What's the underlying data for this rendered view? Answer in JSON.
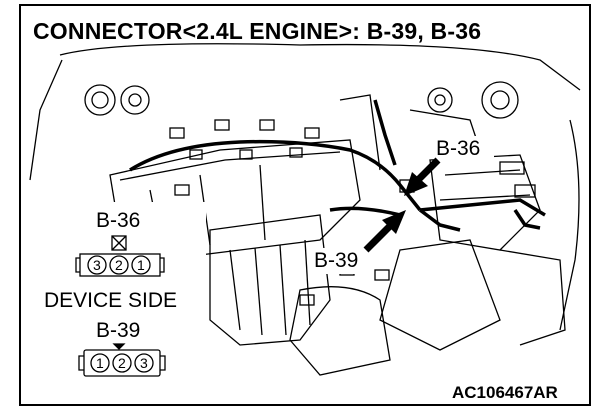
{
  "title": "CONNECTOR<2.4L ENGINE>: B-39, B-36",
  "callouts": {
    "b36_engine": "B-36",
    "b39_engine": "B-39"
  },
  "legend": {
    "b36_label": "B-36",
    "b36_pins": [
      "3",
      "2",
      "1"
    ],
    "device_side": "DEVICE SIDE",
    "b39_label": "B-39",
    "b39_pins": [
      "1",
      "2",
      "3"
    ]
  },
  "figure_id": "AC106467AR",
  "colors": {
    "line": "#000000",
    "background": "#ffffff"
  }
}
